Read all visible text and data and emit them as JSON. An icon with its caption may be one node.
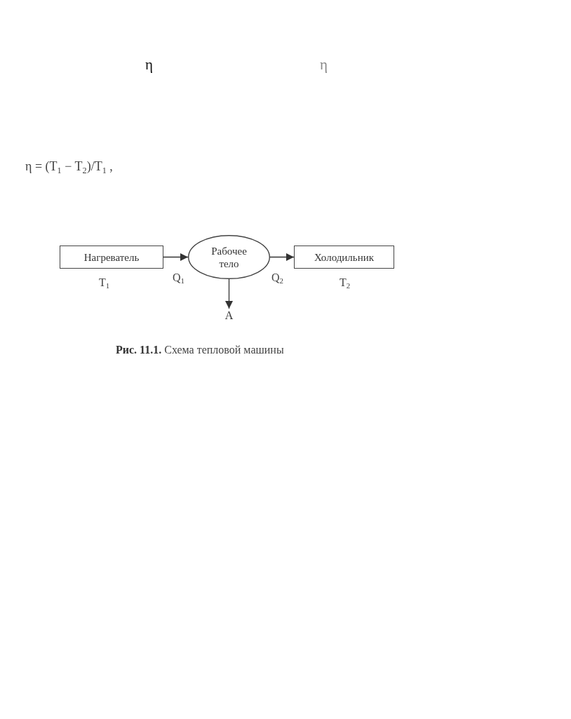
{
  "diagram": {
    "caption": "**Рис. 11.1.** Схема тепловой машины",
    "nodes": [
      {
        "text": [
          "Нагреватель"
        ],
        "beside": [
          "T$_{1}$"
        ]
      },
      {
        "text": [
          "Рабочее тело"
        ]
      },
      {
        "text": [
          "Холодильник"
        ],
        "beside": [
          "T$_{2}$"
        ]
      },
      {
        "text": [
          "A"
        ]
      }
    ],
    "edges": [
      {
        "from": 0,
        "to": 1,
        "arrow": "to",
        "label": "Q$_{1}$"
      },
      {
        "from": 1,
        "to": 2,
        "arrow": "to",
        "label": "Q$_{2}$"
      },
      {
        "from": 1,
        "to": 3,
        "arrow": "to"
      }
    ],
    "labels": [
      "η",
      "η",
      "η = (T$_{1}$ − T$_{2}$)/T$_{1}$ ,"
    ]
  }
}
